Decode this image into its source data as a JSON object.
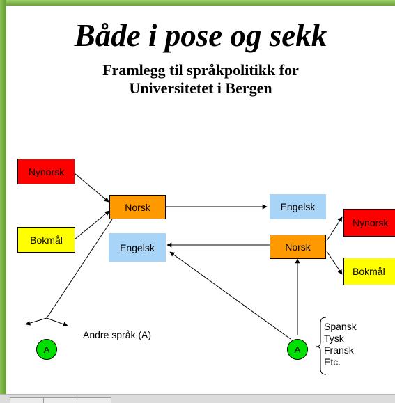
{
  "title": "Både i pose og sekk",
  "subtitle_line1": "Framlegg til språkpolitikk for",
  "subtitle_line2": "Universitetet i Bergen",
  "boxes": {
    "nynorsk_left": "Nynorsk",
    "bokmal_left": "Bokmål",
    "norsk_left": "Norsk",
    "engelsk_top": "Engelsk",
    "engelsk_mid": "Engelsk",
    "norsk_right": "Norsk",
    "nynorsk_right": "Nynorsk",
    "bokmal_right": "Bokmål"
  },
  "circles": {
    "left": "A",
    "right": "A"
  },
  "andre_sprak": "Andre språk (A)",
  "languages": [
    "Spansk",
    "Tysk",
    "Fransk",
    "Etc."
  ],
  "colors": {
    "red": "#ff0000",
    "yellow": "#ffff00",
    "orange": "#ff9900",
    "blue": "#a8d4f8",
    "green": "#00e000"
  }
}
